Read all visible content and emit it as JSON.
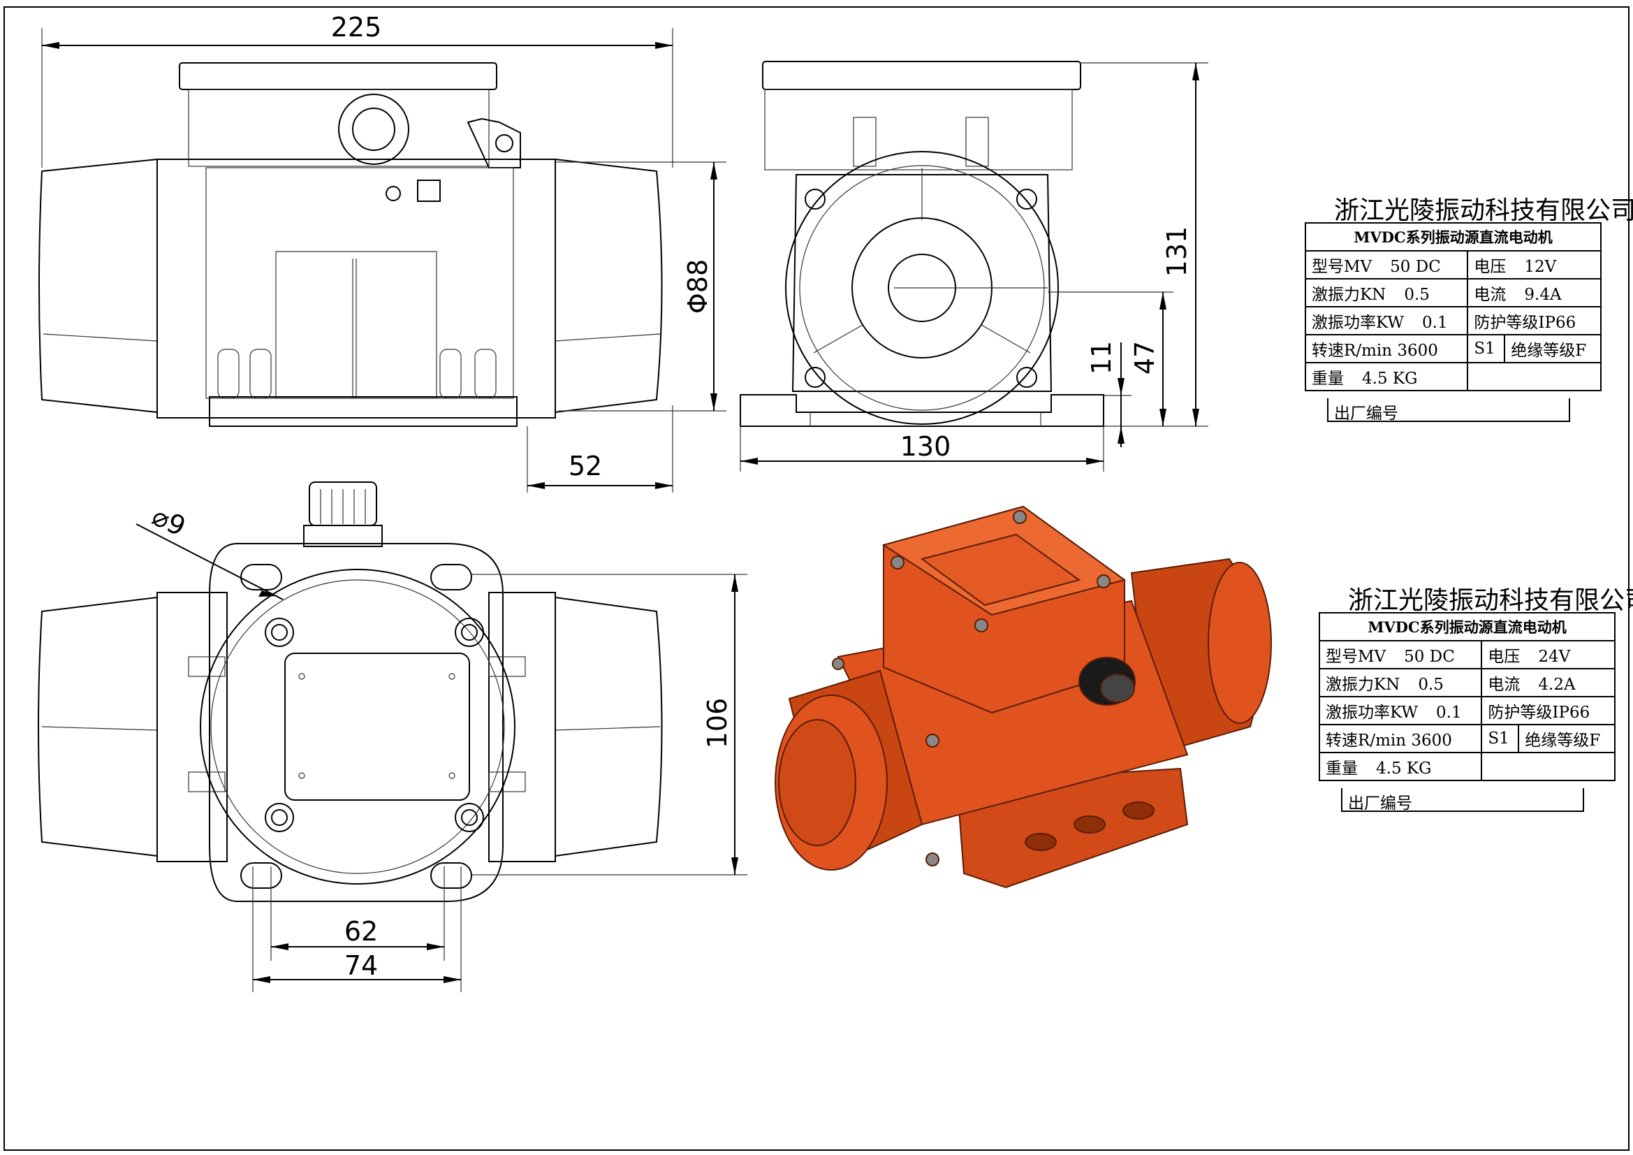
{
  "dimensions": {
    "top_width": "225",
    "shaft_dia": "Φ88",
    "foot_offset": "52",
    "height_total": "131",
    "base_width": "130",
    "foot_thickness": "11",
    "center_height": "47",
    "hole_dia": "⌀9",
    "mount_depth": "106",
    "hole_spacing_inner": "62",
    "hole_spacing_outer": "74"
  },
  "nameplates": [
    {
      "company": "浙江光陵振动科技有限公司",
      "series": "MVDC系列振动源直流电动机",
      "model_label": "型号MV",
      "model_value": "50 DC",
      "voltage_label": "电压",
      "voltage_value": "12V",
      "force_label": "激振力KN",
      "force_value": "0.5",
      "current_label": "电流",
      "current_value": "9.4A",
      "power_label": "激振功率KW",
      "power_value": "0.1",
      "protection": "防护等级IP66",
      "speed_label": "转速R/min",
      "speed_value": "3600",
      "duty": "S1",
      "insulation": "绝缘等级F",
      "weight_label": "重量",
      "weight_value": "4.5 KG",
      "serial_label": "出厂编号"
    },
    {
      "company": "浙江光陵振动科技有限公司",
      "series": "MVDC系列振动源直流电动机",
      "model_label": "型号MV",
      "model_value": "50 DC",
      "voltage_label": "电压",
      "voltage_value": "24V",
      "force_label": "激振力KN",
      "force_value": "0.5",
      "current_label": "电流",
      "current_value": "4.2A",
      "power_label": "激振功率KW",
      "power_value": "0.1",
      "protection": "防护等级IP66",
      "speed_label": "转速R/min",
      "speed_value": "3600",
      "duty": "S1",
      "insulation": "绝缘等级F",
      "weight_label": "重量",
      "weight_value": "4.5 KG",
      "serial_label": "出厂编号"
    }
  ],
  "colors": {
    "motor_body": "#e0531e",
    "motor_shade": "#a8380f",
    "line": "#000000"
  }
}
